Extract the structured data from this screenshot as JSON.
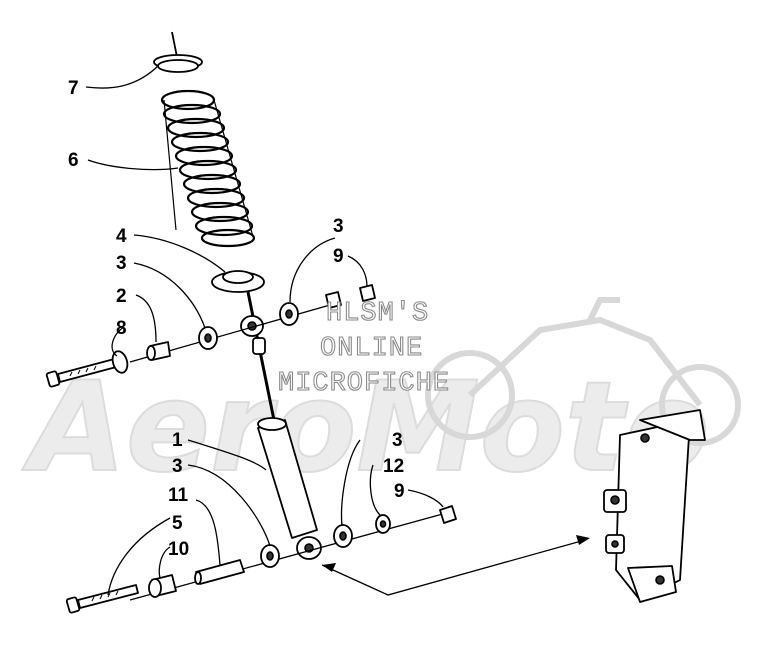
{
  "diagram": {
    "callouts": [
      {
        "id": "c7",
        "label": "7"
      },
      {
        "id": "c6",
        "label": "6"
      },
      {
        "id": "c4",
        "label": "4"
      },
      {
        "id": "c3a",
        "label": "3"
      },
      {
        "id": "c2",
        "label": "2"
      },
      {
        "id": "c8",
        "label": "8"
      },
      {
        "id": "c3b",
        "label": "3"
      },
      {
        "id": "c9a",
        "label": "9"
      },
      {
        "id": "c1",
        "label": "1"
      },
      {
        "id": "c3c",
        "label": "3"
      },
      {
        "id": "c11",
        "label": "11"
      },
      {
        "id": "c5",
        "label": "5"
      },
      {
        "id": "c10",
        "label": "10"
      },
      {
        "id": "c3d",
        "label": "3"
      },
      {
        "id": "c12",
        "label": "12"
      },
      {
        "id": "c9b",
        "label": "9"
      }
    ],
    "watermark": {
      "lines": [
        "HLSM'S",
        "ONLINE",
        "MICROFICHE"
      ],
      "logo_text": "AeroMoto"
    }
  }
}
